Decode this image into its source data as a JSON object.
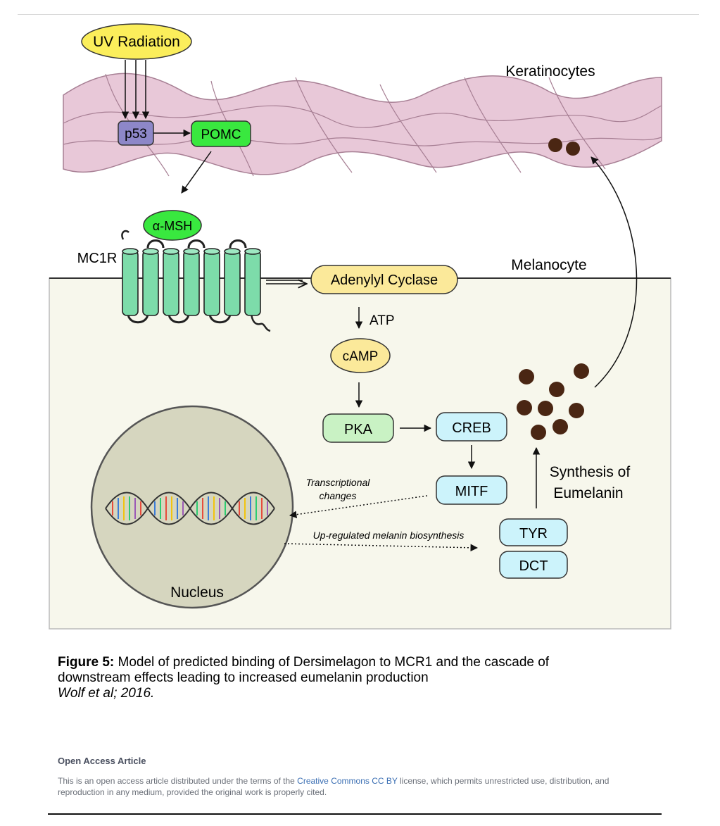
{
  "diagram": {
    "uv_radiation": "UV Radiation",
    "keratinocytes": "Keratinocytes",
    "p53": "p53",
    "pomc": "POMC",
    "alpha_msh": "α-MSH",
    "mc1r": "MC1R",
    "melanocyte": "Melanocyte",
    "adenylyl_cyclase": "Adenylyl Cyclase",
    "atp": "ATP",
    "camp": "cAMP",
    "pka": "PKA",
    "creb": "CREB",
    "mitf": "MITF",
    "tyr": "TYR",
    "dct": "DCT",
    "nucleus": "Nucleus",
    "transcriptional_line1": "Transcriptional",
    "transcriptional_line2": "changes",
    "upregulated": "Up-regulated melanin biosynthesis",
    "synthesis_line1": "Synthesis of",
    "synthesis_line2": "Eumelanin"
  },
  "colors": {
    "uv_fill": "#fbee5b",
    "keratinocyte_fill": "#e8c8d8",
    "p53_fill": "#8d87c8",
    "pomc_fill": "#39e83f",
    "receptor_fill": "#7ddcaa",
    "cell_fill": "#f7f7ec",
    "yellow_node": "#fbe99a",
    "pka_fill": "#c9f2c4",
    "blue_node": "#ccf3fb",
    "nucleus_fill": "#d6d6bf",
    "melanin": "#4a2613"
  },
  "caption": {
    "figure_label": "Figure 5:",
    "text": " Model of predicted binding of Dersimelagon to MCR1 and the cascade of downstream effects leading to increased eumelanin production",
    "citation": "Wolf et al; 2016."
  },
  "license": {
    "title": "Open Access Article",
    "text_before": "This is an open access article distributed under the terms of the ",
    "link": "Creative Commons CC BY",
    "text_after": " license, which permits unrestricted use, distribution, and reproduction in any medium, provided the original work is properly cited."
  }
}
